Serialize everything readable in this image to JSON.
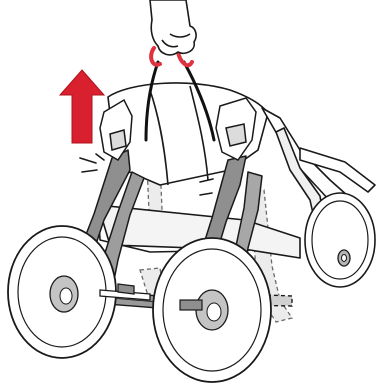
{
  "colors": {
    "background": "#ffffff",
    "outline": "#1a1a1a",
    "frame_gray": "#8f8f8f",
    "frame_light": "#c7c7c7",
    "strap_red": "#e03141",
    "arrow_red": "#d9202e",
    "tire_fill": "#ffffff",
    "hub_gray": "#b5b5b5"
  },
  "icons": {
    "hand": "hand-pulling-strap",
    "arrow": "lift-up-arrow",
    "object": "jogging-stroller-folding"
  }
}
